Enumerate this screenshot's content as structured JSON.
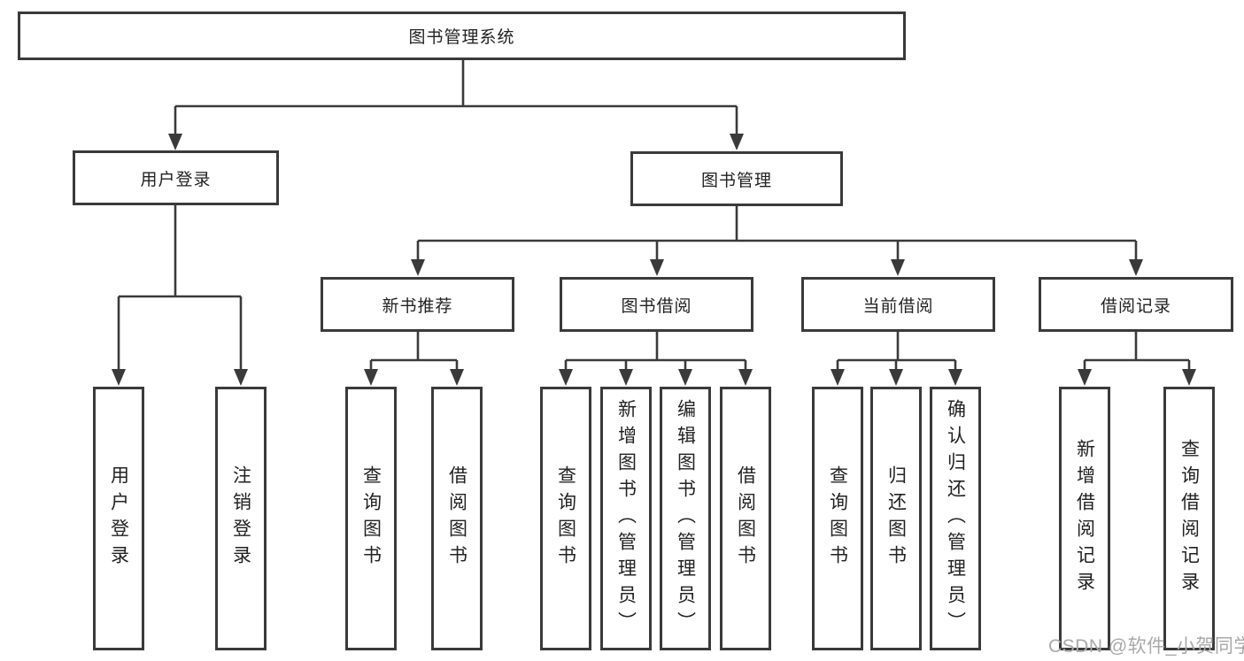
{
  "tree": {
    "root": {
      "label": "图书管理系统"
    },
    "branches": [
      {
        "label": "用户登录",
        "children": [
          {
            "label": "用户登录"
          },
          {
            "label": "注销登录"
          }
        ]
      },
      {
        "label": "图书管理",
        "children": [
          {
            "label": "新书推荐",
            "children": [
              {
                "label": "查询图书"
              },
              {
                "label": "借阅图书"
              }
            ]
          },
          {
            "label": "图书借阅",
            "children": [
              {
                "label": "查询图书"
              },
              {
                "label": "新增图书（管理员）"
              },
              {
                "label": "编辑图书（管理员）"
              },
              {
                "label": "借阅图书"
              }
            ]
          },
          {
            "label": "当前借阅",
            "children": [
              {
                "label": "查询图书"
              },
              {
                "label": "归还图书"
              },
              {
                "label": "确认归还（管理员）"
              }
            ]
          },
          {
            "label": "借阅记录",
            "children": [
              {
                "label": "新增借阅记录"
              },
              {
                "label": "查询借阅记录"
              }
            ]
          }
        ]
      }
    ]
  },
  "watermark": {
    "text": "CSDN @软件_小贺同学"
  },
  "colors": {
    "line": "#3a3a3a",
    "box_border": "#3a3a3a",
    "text": "#222222",
    "watermark": "#a9a9a9",
    "background": "#ffffff"
  }
}
